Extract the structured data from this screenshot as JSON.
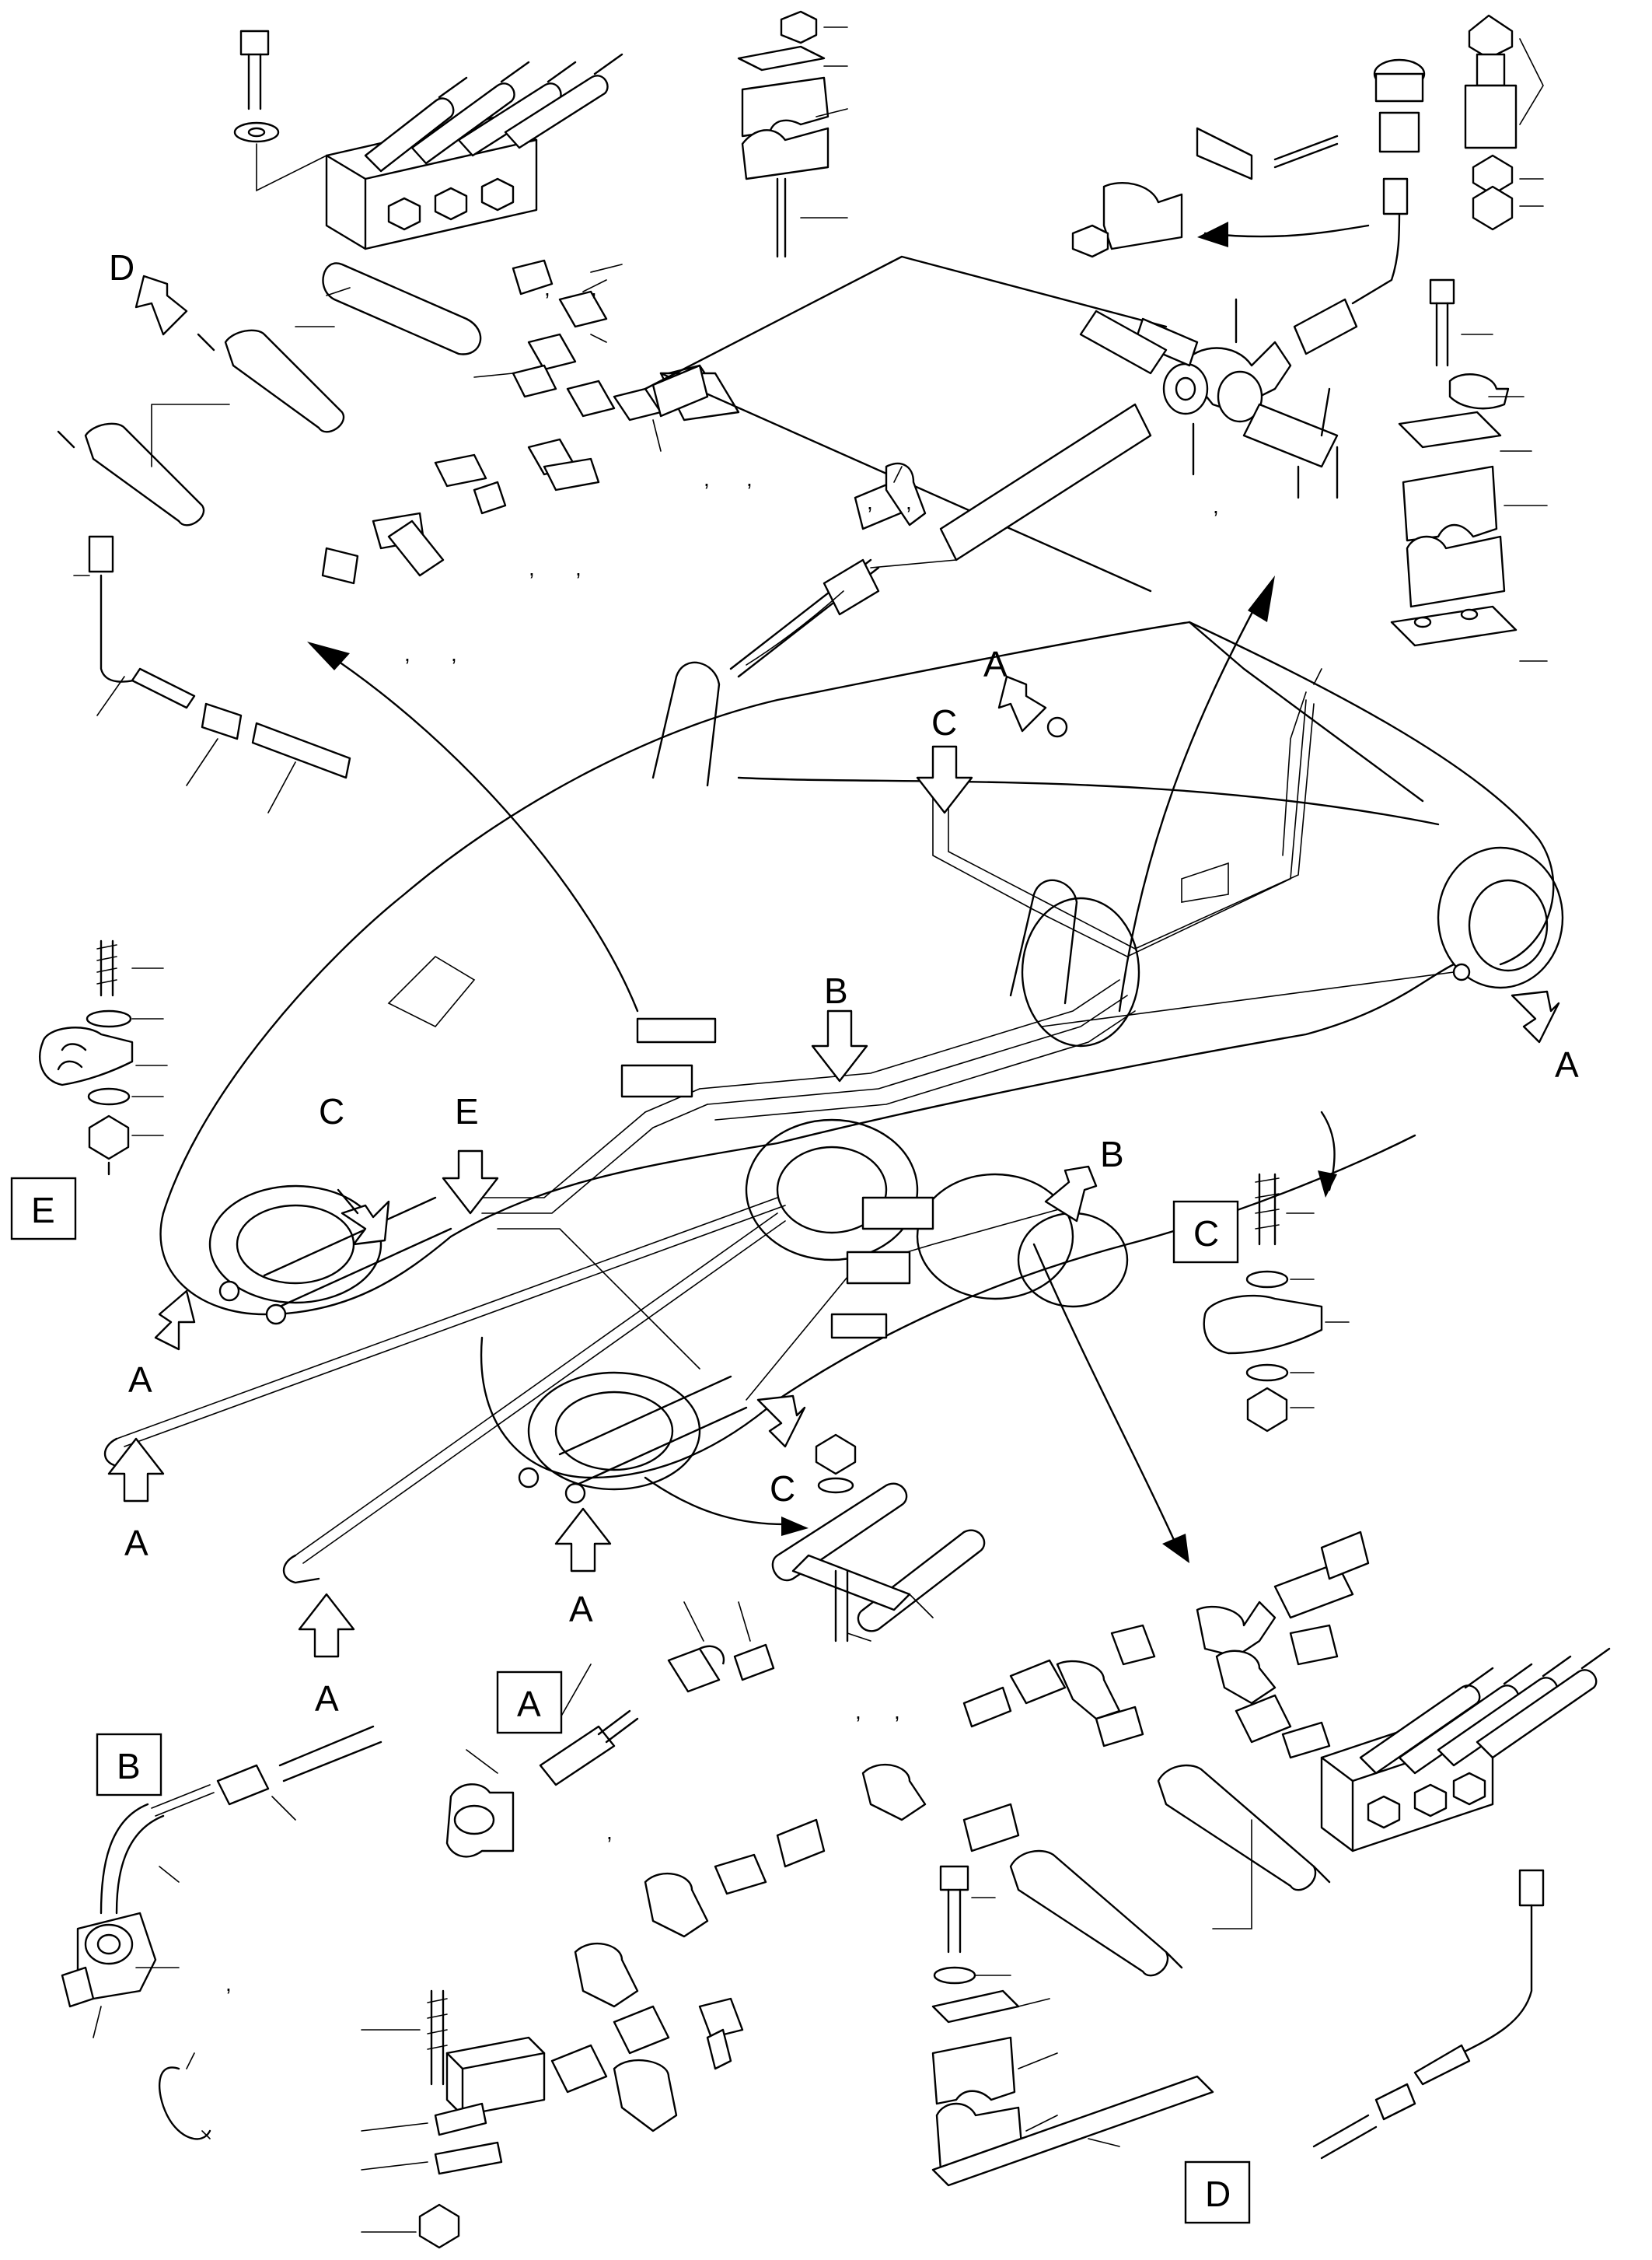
{
  "diagram": {
    "boxed_views": [
      {
        "id": "E",
        "label": "E"
      },
      {
        "id": "C",
        "label": "C"
      },
      {
        "id": "A",
        "label": "A"
      },
      {
        "id": "B",
        "label": "B"
      },
      {
        "id": "D",
        "label": "D"
      }
    ],
    "view_arrows": [
      {
        "id": "D-top",
        "label": "D"
      },
      {
        "id": "A-top",
        "label": "A"
      },
      {
        "id": "C-top",
        "label": "C"
      },
      {
        "id": "B-mid",
        "label": "B"
      },
      {
        "id": "B-right",
        "label": "B"
      },
      {
        "id": "A-right",
        "label": "A"
      },
      {
        "id": "C-left",
        "label": "C"
      },
      {
        "id": "E-left",
        "label": "E"
      },
      {
        "id": "A-left",
        "label": "A"
      },
      {
        "id": "A-bottom-left",
        "label": "A"
      },
      {
        "id": "A-bottom-mid",
        "label": "A"
      },
      {
        "id": "A-bottom-center",
        "label": "A"
      },
      {
        "id": "C-center",
        "label": "C"
      }
    ],
    "separators": [
      ",",
      ",",
      ",",
      ",",
      ",",
      ",",
      ",",
      ",",
      ",",
      ",",
      ",",
      ",",
      ",",
      ",",
      ","
    ]
  }
}
